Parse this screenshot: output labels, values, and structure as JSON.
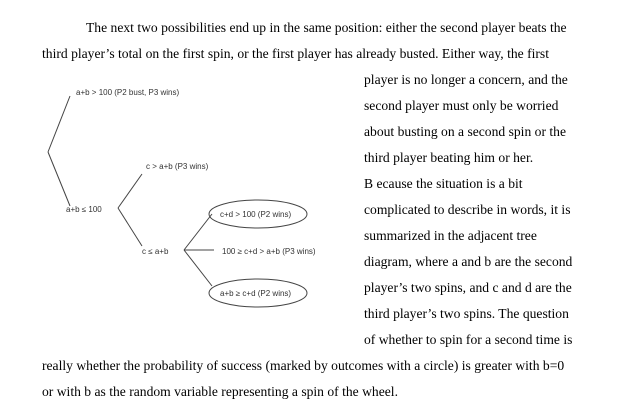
{
  "paragraph": {
    "lines": [
      "The next two possibilities end up in the same position: either the second player beats the",
      "third player’s total on the first spin, or the first player has already busted. Either way, the first",
      "player is no longer a concern, and the",
      "second player must only be worried",
      "about busting on a second spin or the",
      "third player beating him or her.",
      "B ecause the situation is a bit",
      "complicated to describe in words, it is",
      "summarized in the adjacent tree",
      "diagram, where a and b are the second",
      "player’s two spins, and c and d are the",
      "third player’s two spins.  The question",
      "of whether to spin for a second time is",
      "really whether the probability of success (marked by outcomes with a circle) is greater with b=0",
      "or with b as the random variable representing a spin of the wheel."
    ]
  },
  "tree": {
    "root_upper": "a+b > 100 (P2 bust, P3 wins)",
    "root_lower": "a+b ≤ 100",
    "mid_upper": "c > a+b (P3 wins)",
    "mid_lower": "c ≤ a+b",
    "leaf_1": "c+d > 100 (P2 wins)",
    "leaf_2": "100 ≥ c+d > a+b (P3 wins)",
    "leaf_3": "a+b ≥ c+d (P2 wins)"
  }
}
